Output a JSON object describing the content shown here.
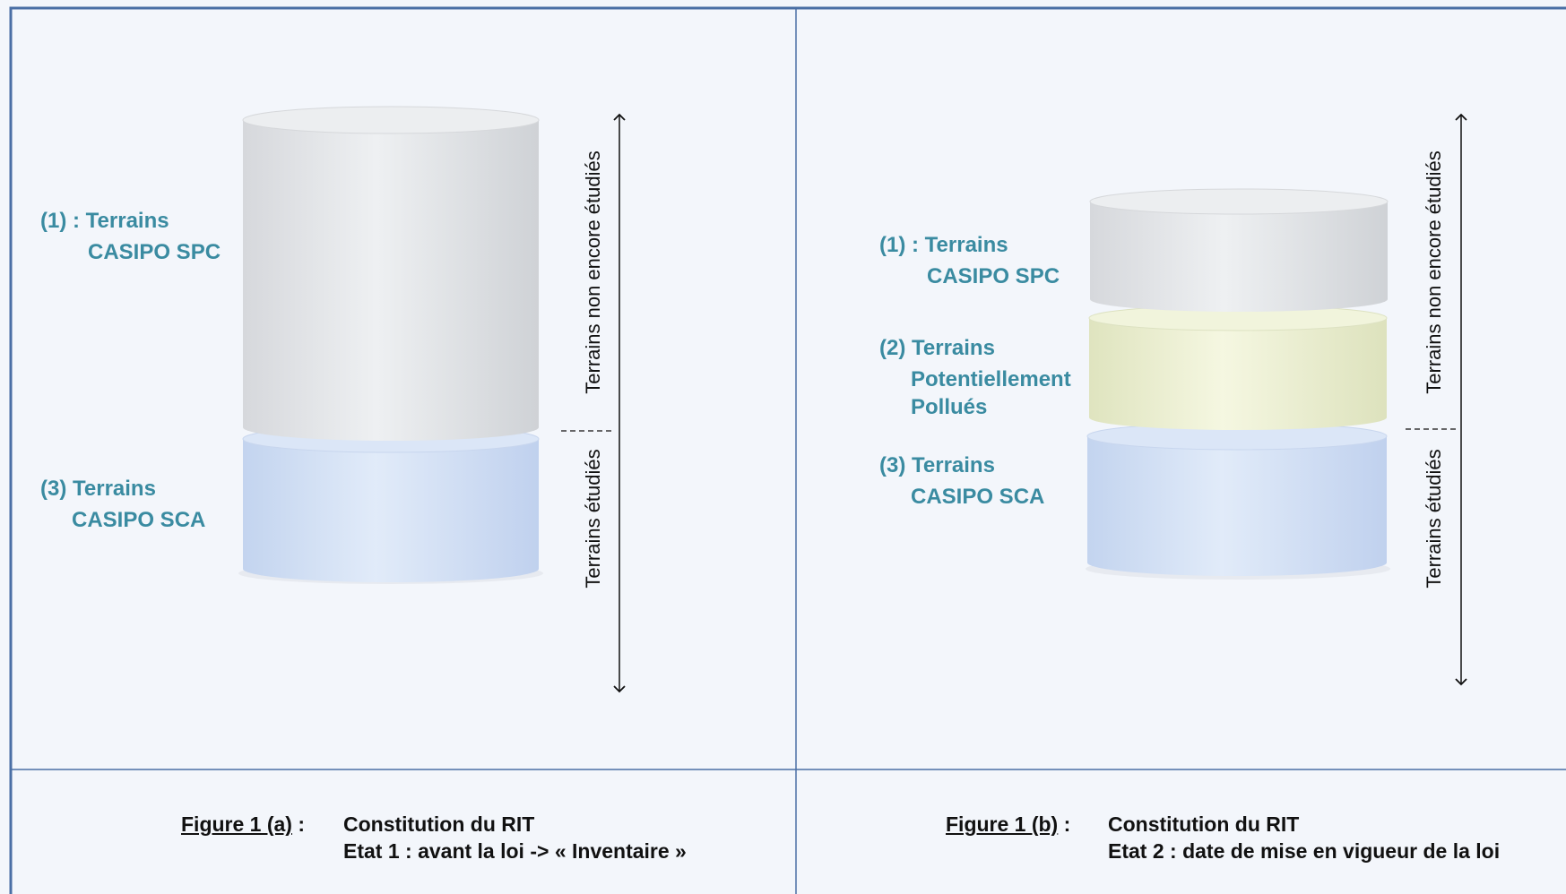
{
  "figure_a": {
    "labels": {
      "spc_line1": "(1) : Terrains",
      "spc_line2": "CASIPO SPC",
      "sca_line1": "(3) Terrains",
      "sca_line2": "CASIPO SCA"
    },
    "axis": {
      "upper": "Terrains non encore  étudiés",
      "lower": "Terrains étudiés"
    },
    "caption": {
      "figure": "Figure 1 (a)",
      "separator": " :",
      "line1": "Constitution du RIT",
      "line2": "Etat 1 : avant la loi -> « Inventaire »"
    }
  },
  "figure_b": {
    "labels": {
      "spc_line1": "(1) : Terrains",
      "spc_line2": "CASIPO SPC",
      "pp_line1": "(2) Terrains",
      "pp_line2": "Potentiellement",
      "pp_line3": "Pollués",
      "sca_line1": "(3) Terrains",
      "sca_line2": "CASIPO SCA"
    },
    "axis": {
      "upper": "Terrains non encore  étudiés",
      "lower": "Terrains étudiés"
    },
    "caption": {
      "figure": "Figure 1 (b)",
      "separator": " :",
      "line1": "Constitution du RIT",
      "line2": "Etat 2 : date de mise en vigueur de la loi"
    }
  },
  "colors": {
    "frame": "#4a6fa5",
    "label_text": "#3a8ba1",
    "spc_segment": "#e2e4e7",
    "potentially_polluted_segment": "#e9eed0",
    "sca_segment": "#d2e0f6"
  }
}
